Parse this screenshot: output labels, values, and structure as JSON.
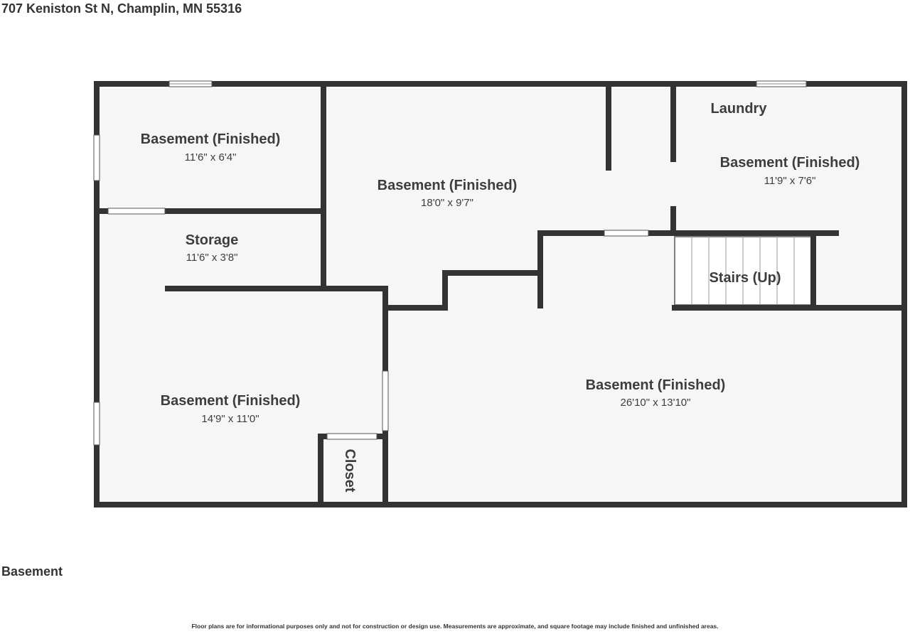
{
  "header": {
    "address": "707 Keniston St N, Champlin, MN 55316"
  },
  "floor": {
    "label": "Basement"
  },
  "footer": {
    "disclaimer": "Floor plans are for informational purposes only and not for construction or design use. Measurements are approximate, and square footage may include finished and unfinished areas."
  },
  "colors": {
    "wall": "#333333",
    "room_fill": "#f6f6f6",
    "window_fill": "#ffffff",
    "text": "#3d3d3d"
  },
  "rooms": {
    "top_left": {
      "name": "Basement (Finished)",
      "dims": "11'6\" x 6'4\""
    },
    "top_center": {
      "name": "Basement (Finished)",
      "dims": "18'0\" x 9'7\""
    },
    "laundry": {
      "name": "Laundry"
    },
    "top_right": {
      "name": "Basement (Finished)",
      "dims": "11'9\" x 7'6\""
    },
    "storage": {
      "name": "Storage",
      "dims": "11'6\" x 3'8\""
    },
    "stairs": {
      "name": "Stairs (Up)"
    },
    "bottom_left": {
      "name": "Basement (Finished)",
      "dims": "14'9\" x 11'0\""
    },
    "closet": {
      "name": "Closet"
    },
    "bottom_right": {
      "name": "Basement (Finished)",
      "dims": "26'10\" x 13'10\""
    }
  }
}
